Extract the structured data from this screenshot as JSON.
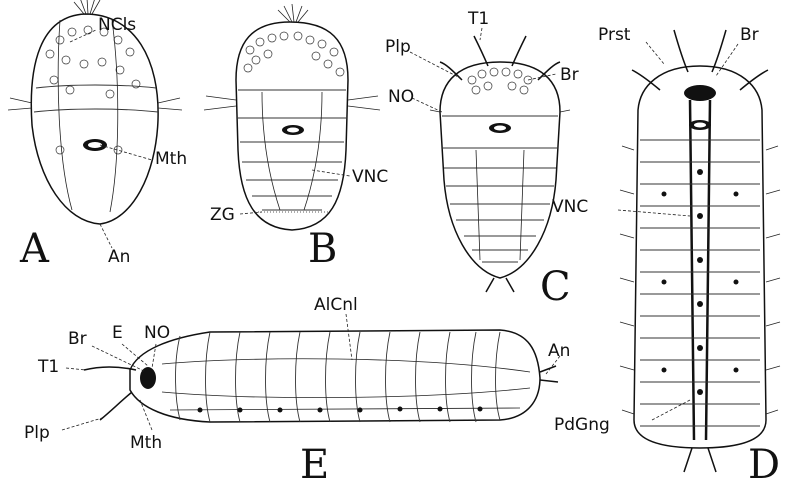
{
  "panels": {
    "A": {
      "letter": "A",
      "labels": {
        "ncls": "NCls",
        "mth": "Mth",
        "an": "An"
      }
    },
    "B": {
      "letter": "B",
      "labels": {
        "vnc": "VNC",
        "zg": "ZG"
      }
    },
    "C": {
      "letter": "C",
      "labels": {
        "t1": "T1",
        "plp": "Plp",
        "br": "Br",
        "no": "NO"
      }
    },
    "D": {
      "letter": "D",
      "labels": {
        "prst": "Prst",
        "br": "Br",
        "vnc": "VNC",
        "pdgng": "PdGng"
      }
    },
    "E": {
      "letter": "E",
      "labels": {
        "br": "Br",
        "e": "E",
        "no": "NO",
        "alcnl": "AlCnl",
        "an": "An",
        "t1": "T1",
        "plp": "Plp",
        "mth": "Mth"
      }
    }
  }
}
